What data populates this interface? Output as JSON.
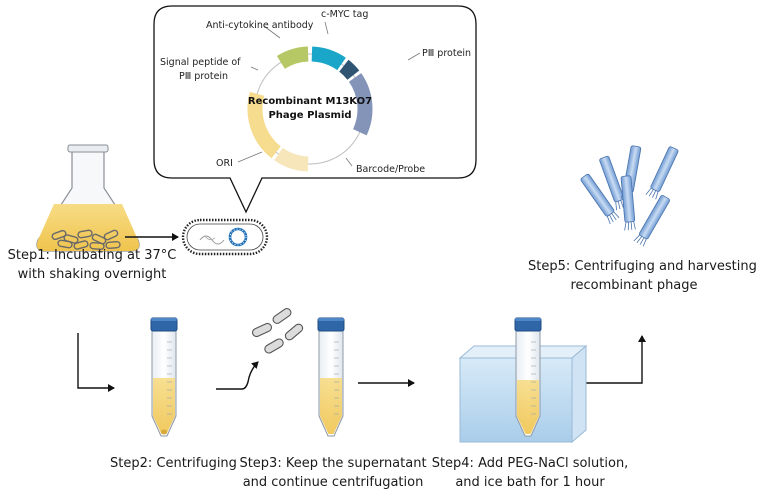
{
  "plasmid": {
    "title_line1": "Recombinant M13KO7",
    "title_line2": "Phage Plasmid",
    "segments": {
      "anti_cytokine": "Anti-cytokine antibody",
      "cmyc": "c-MYC tag",
      "piii_protein": "PⅢ protein",
      "signal_peptide_line1": "Signal peptide of",
      "signal_peptide_line2": "PⅢ protein",
      "ori": "ORI",
      "barcode": "Barcode/Probe"
    }
  },
  "steps": {
    "step1_line1": "Step1: Incubating at 37°C",
    "step1_line2": "with shaking overnight",
    "step2": "Step2: Centrifuging",
    "step3_line1": "Step3: Keep the supernatant",
    "step3_line2": "and continue centrifugation",
    "step4_line1": "Step4: Add PEG-NaCl solution,",
    "step4_line2": "and ice bath for 1 hour",
    "step5_line1": "Step5: Centrifuging and harvesting",
    "step5_line2": "recombinant phage"
  },
  "colors": {
    "anti_cytokine": "#1aa6c8",
    "cmyc": "#2f5573",
    "piii": "#8494b9",
    "signal": "#b6c765",
    "ori": "#f6dc8e",
    "barcode": "#f8e6bb",
    "medium": "#f3cf63",
    "ice": "#bcdaf0",
    "cap": "#2e66a8"
  }
}
